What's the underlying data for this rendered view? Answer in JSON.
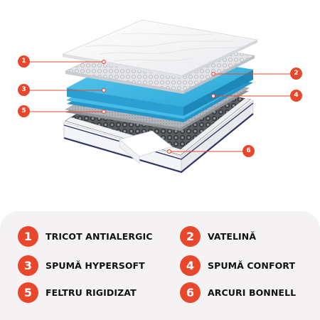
{
  "accent_color": "#e8472b",
  "layers": [
    {
      "number": "1",
      "label": "TRICOT ANTIALERGIC"
    },
    {
      "number": "2",
      "label": "VATELINĂ"
    },
    {
      "number": "3",
      "label": "SPUMĂ HYPERSOFT"
    },
    {
      "number": "4",
      "label": "SPUMĂ CONFORT"
    },
    {
      "number": "5",
      "label": "FELTRU RIGIDIZAT"
    },
    {
      "number": "6",
      "label": "ARCURI BONNELL"
    }
  ]
}
